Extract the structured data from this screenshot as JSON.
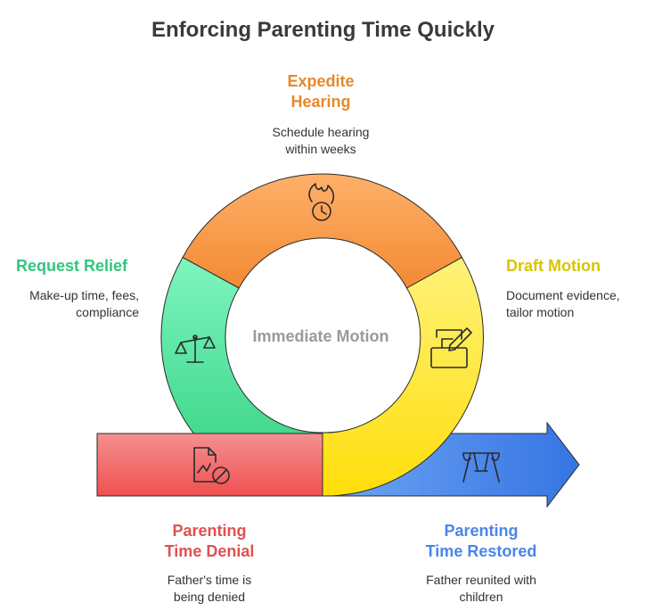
{
  "title": "Enforcing Parenting Time Quickly",
  "center_label": "Immediate Motion",
  "steps": {
    "expedite": {
      "heading_lines": [
        "Expedite",
        "Hearing"
      ],
      "desc_lines": [
        "Schedule hearing",
        "within weeks"
      ],
      "color": "#e58a2c",
      "icon": "fire-clock-icon"
    },
    "draft": {
      "heading_lines": [
        "Draft Motion"
      ],
      "desc_lines": [
        "Document evidence,",
        "tailor motion"
      ],
      "color": "#d9c400",
      "icon": "document-pencil-icon"
    },
    "relief": {
      "heading_lines": [
        "Request Relief"
      ],
      "desc_lines": [
        "Make-up time, fees,",
        "compliance"
      ],
      "color": "#33c57f",
      "icon": "scales-icon"
    },
    "denial": {
      "heading_lines": [
        "Parenting",
        "Time Denial"
      ],
      "desc_lines": [
        "Father's time is",
        "being denied"
      ],
      "color": "#e05050",
      "icon": "blocked-document-icon"
    },
    "restored": {
      "heading_lines": [
        "Parenting",
        "Time Restored"
      ],
      "desc_lines": [
        "Father reunited with",
        "children"
      ],
      "color": "#4a86e8",
      "icon": "swing-set-icon"
    }
  },
  "colors": {
    "ring_orange": "#f59a45",
    "ring_yellow": "#ffe21a",
    "ring_green": "#3fd58e",
    "bar_red": "#f26060",
    "arrow_blue": "#3d7be6"
  }
}
